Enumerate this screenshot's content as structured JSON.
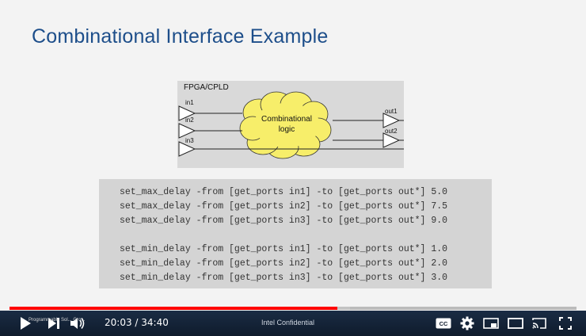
{
  "slide": {
    "title": "Combinational Interface Example",
    "diagram": {
      "device_label": "FPGA/CPLD",
      "inputs": [
        "in1",
        "in2",
        "in3"
      ],
      "outputs": [
        "out1",
        "out2"
      ],
      "logic_label_line1": "Combinational",
      "logic_label_line2": "logic"
    },
    "code_lines": [
      "set_max_delay -from [get_ports in1] -to [get_ports out*] 5.0",
      "set_max_delay -from [get_ports in2] -to [get_ports out*] 7.5",
      "set_max_delay -from [get_ports in3] -to [get_ports out*] 9.0",
      "set_min_delay -from [get_ports in1] -to [get_ports out*] 1.0",
      "set_min_delay -from [get_ports in2] -to [get_ports out*] 2.0",
      "set_min_delay -from [get_ports in3] -to [get_ports out*] 3.0"
    ]
  },
  "player": {
    "current_time": "20:03",
    "duration": "34:40",
    "time_display": "20:03 / 34:40",
    "chapter_text": "Programmable Sol... Gro...",
    "center_label": "Intel Confidential",
    "progress_fraction": 0.578,
    "buffered_fraction": 0.6,
    "colors": {
      "progress": "#ff0000",
      "bar_bg": "#0f1b2c",
      "title": "#1d4e8a"
    },
    "icons": [
      "play-icon",
      "next-icon",
      "volume-icon",
      "captions-icon",
      "settings-icon",
      "miniplayer-icon",
      "theater-icon",
      "cast-icon",
      "fullscreen-icon"
    ]
  }
}
